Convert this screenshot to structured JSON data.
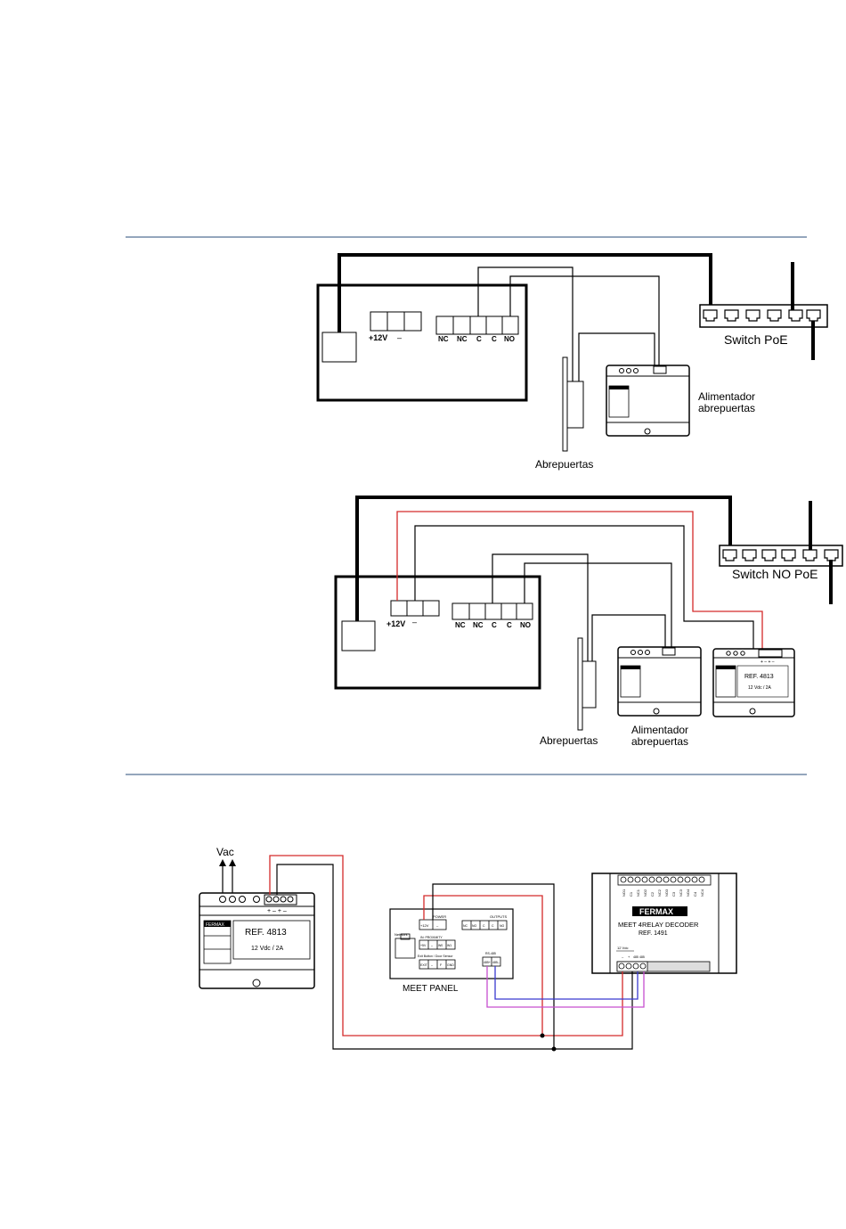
{
  "diagram1": {
    "terminals_left": [
      "+12V",
      "–"
    ],
    "terminals_right": [
      "NC",
      "NC",
      "C",
      "C",
      "NO"
    ],
    "switch_label": "Switch PoE",
    "psu_label_1": "Alimentador",
    "psu_label_2": "abrepuertas",
    "lock_label": "Abrepuertas"
  },
  "diagram2": {
    "terminals_left": [
      "+12V",
      "–"
    ],
    "terminals_right": [
      "NC",
      "NC",
      "C",
      "C",
      "NO"
    ],
    "switch_label": "Switch NO PoE",
    "psu_label_1": "Alimentador",
    "psu_label_2": "abrepuertas",
    "lock_label": "Abrepuertas",
    "psu2_ref": "REF. 4813",
    "psu2_spec": "12 Vdc / 2A",
    "psu2_terms": "+ – + –"
  },
  "diagram3": {
    "vac_label": "Vac",
    "psu_brand": "FERMAX",
    "psu_ref": "REF. 4813",
    "psu_spec": "12 Vdc / 2A",
    "psu_terms": "+ – + –",
    "panel_label": "MEET PANEL",
    "panel_power": "POWER",
    "panel_outputs": "OUTPUTS",
    "panel_network": "Network",
    "panel_in": "IN: PROXIMITY",
    "panel_exit": "Exit Button / Door Sensor",
    "panel_rs485": "RS-485",
    "panel_power_terms": [
      "+12V",
      "–"
    ],
    "panel_out_terms": [
      "NC",
      "NO",
      "C",
      "C",
      "NO"
    ],
    "panel_prox_terms": [
      "+5V",
      "–",
      "W0",
      "W1"
    ],
    "panel_exit_terms": [
      "EXIT",
      "–",
      "F",
      "GND"
    ],
    "panel_rs_terms": [
      "485+",
      "485–"
    ],
    "decoder_brand": "FERMAX",
    "decoder_name": "MEET 4RELAY DECODER",
    "decoder_ref": "REF. 1491",
    "decoder_12vdc": "12 Vdc",
    "decoder_bottom_terms": [
      "–",
      "+",
      "485",
      "485"
    ],
    "decoder_relay_terms": [
      "NO1",
      "C1",
      "NC1",
      "NO2",
      "C2",
      "NC2",
      "NO3",
      "C3",
      "NC3",
      "NO4",
      "C4",
      "NC4"
    ]
  },
  "colors": {
    "wire_red": "#d42a2a",
    "wire_purple": "#c64fcf",
    "wire_blue": "#3a3ad0",
    "rule": "#2a4d7a"
  }
}
